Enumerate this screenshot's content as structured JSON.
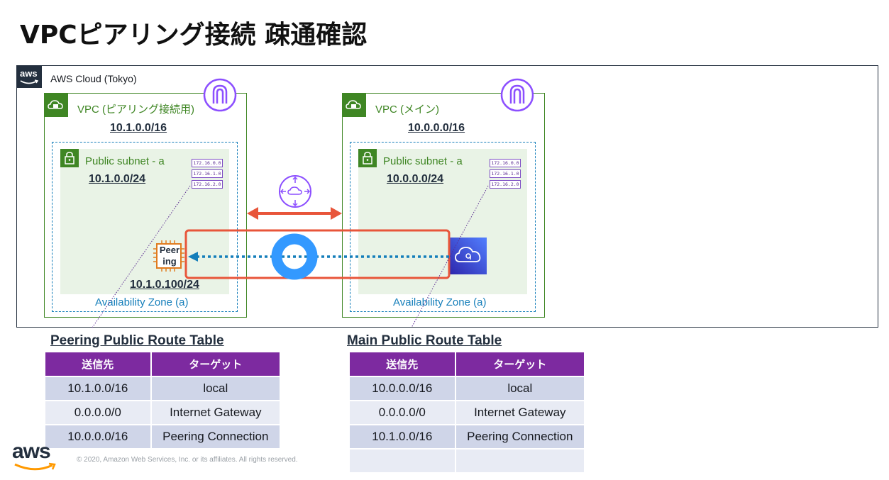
{
  "title": "VPCピアリング接続 疎通確認",
  "cloud": {
    "label": "AWS Cloud (Tokyo)",
    "badge_text": "aws"
  },
  "vpc_peering": {
    "label": "VPC (ピアリング接続用)",
    "cidr": "10.1.0.0/16",
    "subnet_label": "Public subnet - a",
    "subnet_cidr": "10.1.0.0/24",
    "instance_label": "Peer ing",
    "instance_ip": "10.1.0.100/24",
    "az_label": "Availability Zone (a)",
    "ip_list": [
      "172.16.0.0",
      "172.16.1.0",
      "172.16.2.0"
    ]
  },
  "vpc_main": {
    "label": "VPC (メイン)",
    "cidr": "10.0.0.0/16",
    "subnet_label": "Public subnet - a",
    "subnet_cidr": "10.0.0.0/24",
    "az_label": "Availability Zone (a)",
    "ip_list": [
      "172.16.0.0",
      "172.16.1.0",
      "172.16.2.0"
    ]
  },
  "peering_table": {
    "title": "Peering Public Route Table",
    "headers": [
      "送信先",
      "ターゲット"
    ],
    "rows": [
      [
        "10.1.0.0/16",
        "local"
      ],
      [
        "0.0.0.0/0",
        "Internet Gateway"
      ],
      [
        "10.0.0.0/16",
        "Peering Connection"
      ]
    ]
  },
  "main_table": {
    "title": "Main Public Route Table",
    "headers": [
      "送信先",
      "ターゲット"
    ],
    "rows": [
      [
        "10.0.0.0/16",
        "local"
      ],
      [
        "0.0.0.0/0",
        "Internet Gateway"
      ],
      [
        "10.1.0.0/16",
        "Peering Connection"
      ],
      [
        "",
        ""
      ]
    ]
  },
  "footer": "© 2020, Amazon Web Services, Inc. or its affiliates. All rights reserved.",
  "logo_text": "aws",
  "colors": {
    "vpc_border": "#3f8624",
    "az_border": "#147eba",
    "subnet_fill": "#e9f3e6",
    "header_purple": "#7d2aa0",
    "highlight_orange": "#e8553a",
    "ping_arrow_blue": "#147eba",
    "vpc_icon_purple": "#8c4fff"
  }
}
